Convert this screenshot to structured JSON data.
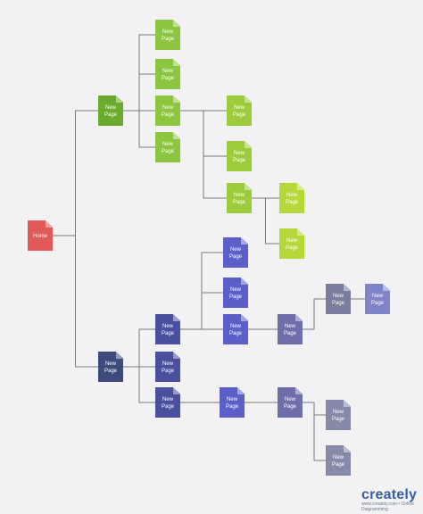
{
  "diagram": {
    "nodes": [
      {
        "id": "home",
        "label": "Home",
        "color": "#e05a5a"
      },
      {
        "id": "g1",
        "label": "New\nPage",
        "color": "#6aaa2c"
      },
      {
        "id": "g1a",
        "label": "New\nPage",
        "color": "#8cc63f"
      },
      {
        "id": "g1b",
        "label": "New\nPage",
        "color": "#8cc63f"
      },
      {
        "id": "g1c",
        "label": "New\nPage",
        "color": "#8cc63f"
      },
      {
        "id": "g1d",
        "label": "New\nPage",
        "color": "#8cc63f"
      },
      {
        "id": "g2a",
        "label": "New\nPage",
        "color": "#9ccc3c"
      },
      {
        "id": "g2b",
        "label": "New\nPage",
        "color": "#9ccc3c"
      },
      {
        "id": "g2c",
        "label": "New\nPage",
        "color": "#9ccc3c"
      },
      {
        "id": "g3a",
        "label": "New\nPage",
        "color": "#b6d93a"
      },
      {
        "id": "g3b",
        "label": "New\nPage",
        "color": "#b6d93a"
      },
      {
        "id": "b1",
        "label": "New\nPage",
        "color": "#3f4a7c"
      },
      {
        "id": "b1a",
        "label": "New\nPage",
        "color": "#4a4f9e"
      },
      {
        "id": "b1b",
        "label": "New\nPage",
        "color": "#4a4f9e"
      },
      {
        "id": "b1c",
        "label": "New\nPage",
        "color": "#4a4f9e"
      },
      {
        "id": "b2a",
        "label": "New\nPage",
        "color": "#5b5fc7"
      },
      {
        "id": "b2b",
        "label": "New\nPage",
        "color": "#5b5fc7"
      },
      {
        "id": "b2c",
        "label": "New\nPage",
        "color": "#5b5fc7"
      },
      {
        "id": "b2d",
        "label": "New\nPage",
        "color": "#5b5fc7"
      },
      {
        "id": "b3a",
        "label": "New\nPage",
        "color": "#6e6fa8"
      },
      {
        "id": "b3b",
        "label": "New\nPage",
        "color": "#6e6fa8"
      },
      {
        "id": "b4a",
        "label": "New\nPage",
        "color": "#7b7d9c"
      },
      {
        "id": "b4b",
        "label": "New\nPage",
        "color": "#7f84c8"
      },
      {
        "id": "b4c",
        "label": "New\nPage",
        "color": "#858aa8"
      },
      {
        "id": "b4d",
        "label": "New\nPage",
        "color": "#858aa8"
      }
    ],
    "edges": [
      [
        "home",
        "g1"
      ],
      [
        "home",
        "b1"
      ],
      [
        "g1",
        "g1a"
      ],
      [
        "g1",
        "g1b"
      ],
      [
        "g1",
        "g1c"
      ],
      [
        "g1",
        "g1d"
      ],
      [
        "g1c",
        "g2a"
      ],
      [
        "g1c",
        "g2b"
      ],
      [
        "g1c",
        "g2c"
      ],
      [
        "g2c",
        "g3a"
      ],
      [
        "g2c",
        "g3b"
      ],
      [
        "b1",
        "b1a"
      ],
      [
        "b1",
        "b1b"
      ],
      [
        "b1",
        "b1c"
      ],
      [
        "b1a",
        "b2a"
      ],
      [
        "b1a",
        "b2b"
      ],
      [
        "b1a",
        "b2c"
      ],
      [
        "b2c",
        "b3a"
      ],
      [
        "b3a",
        "b4a"
      ],
      [
        "b4a",
        "b4b"
      ],
      [
        "b1c",
        "b2d"
      ],
      [
        "b2d",
        "b3b"
      ],
      [
        "b3b",
        "b4c"
      ],
      [
        "b3b",
        "b4d"
      ]
    ],
    "line_color": "#7a7a7a"
  },
  "logo": {
    "word": "creately",
    "tagline": "www.creately.com • Online Diagramming"
  }
}
